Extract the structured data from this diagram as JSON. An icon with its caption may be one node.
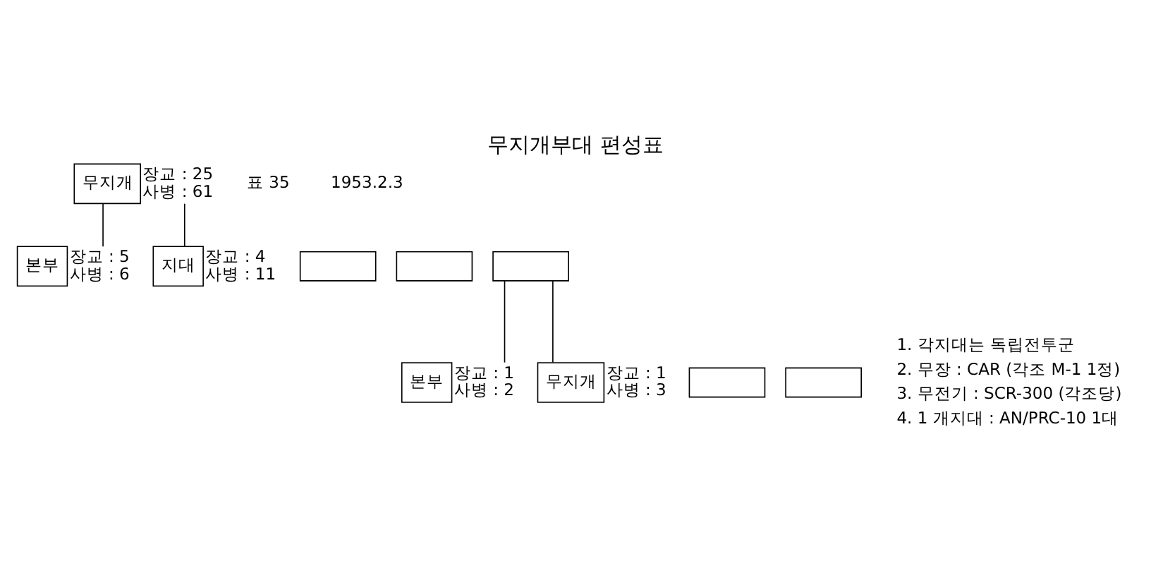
{
  "diagram": {
    "title": "무지개부대 편성표",
    "nodes": [
      {
        "text": [
          "무지개"
        ],
        "beside": [
          "장교 : 25",
          "사병 : 61"
        ]
      },
      {
        "text": [
          "본부"
        ],
        "beside": [
          "장교 : 5",
          "사병 : 6"
        ]
      },
      {
        "text": [
          "지대"
        ],
        "beside": [
          "장교 : 4",
          "사병 : 11"
        ]
      },
      {
        "text": [],
        "shape": "box"
      },
      {
        "text": [],
        "shape": "box"
      },
      {
        "text": [],
        "shape": "box"
      },
      {
        "text": [
          "본부"
        ],
        "beside": [
          "장교 : 1",
          "사병 : 2"
        ]
      },
      {
        "text": [
          "무지개"
        ],
        "beside": [
          "장교 : 1",
          "사병 : 3"
        ]
      },
      {
        "text": [],
        "shape": "box"
      },
      {
        "text": [],
        "shape": "box"
      }
    ],
    "edges": [
      {
        "from": 0,
        "to": 1,
        "arrow": "none"
      },
      {
        "from": 0,
        "to": 2,
        "arrow": "none"
      },
      {
        "from": 5,
        "to": 6,
        "arrow": "none"
      },
      {
        "from": 5,
        "to": 7,
        "arrow": "none"
      }
    ],
    "labels": [
      "표 35",
      "1953.2.3",
      "1. 각지대는 독립전투군",
      "2. 무장 : CAR (각조 M-1 1정)",
      "3. 무전기 : SCR-300 (각조당)",
      "4. 1 개지대 : AN/PRC-10 1대"
    ]
  }
}
